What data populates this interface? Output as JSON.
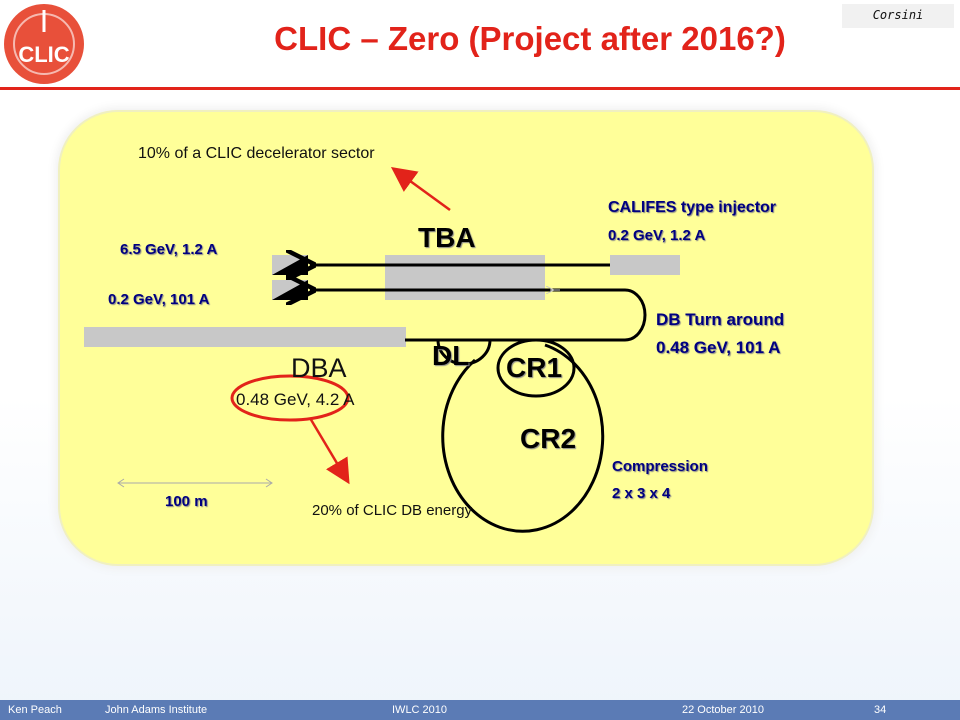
{
  "slide": {
    "title": "CLIC – Zero (Project after 2016?)",
    "author": "Corsini",
    "logo_text": "CLIC"
  },
  "diagram": {
    "annotation_top": "10% of a CLIC decelerator sector",
    "tba_label": "TBA",
    "califes_label": "CALIFES type injector",
    "califes_energy": "0.2 GeV, 1.2 A",
    "beam_top": "6.5 GeV, 1.2 A",
    "beam_mid": "0.2 GeV, 101 A",
    "turnaround_label": "DB Turn around",
    "turnaround_energy": "0.48 GeV, 101 A",
    "dl_label": "DL",
    "cr1_label": "CR1",
    "cr2_label": "CR2",
    "dba_label": "DBA",
    "dba_energy": "0.48 GeV, 4.2 A",
    "compression_label": "Compression",
    "compression_value": "2 x 3 x 4",
    "scale_label": "100 m",
    "annotation_bottom": "20% of CLIC DB energy"
  },
  "colors": {
    "accent": "#e2231a",
    "panel": "#ffff99",
    "label_blue": "#000080",
    "footer": "#5b7bb5"
  },
  "footer": {
    "presenter": "Ken Peach",
    "institute": "John Adams Institute",
    "event": "IWLC 2010",
    "date": "22 October 2010",
    "page": "34"
  }
}
